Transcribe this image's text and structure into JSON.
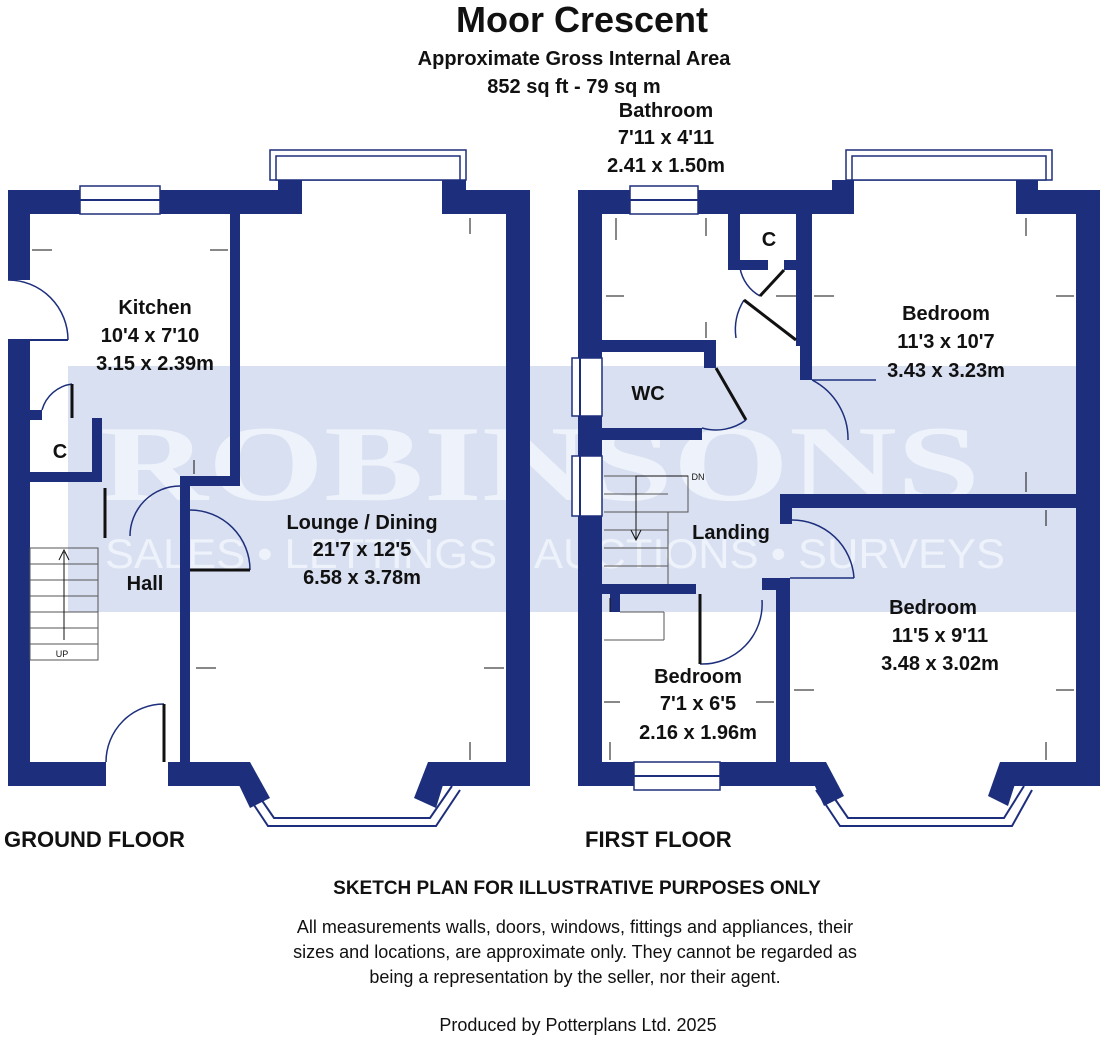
{
  "header": {
    "title": "Moor Crescent",
    "subtitle": "Approximate Gross Internal Area",
    "area": "852 sq ft - 79 sq m"
  },
  "watermark": {
    "brand": "ROBINSONS",
    "tagline": "SALES • LETTINGS • AUCTIONS • SURVEYS",
    "color": "#c7d2ea"
  },
  "colors": {
    "wall": "#1d2f7c"
  },
  "ground_floor": {
    "label": "GROUND FLOOR",
    "rooms": {
      "kitchen": {
        "name": "Kitchen",
        "imperial": "10'4 x 7'10",
        "metric": "3.15 x 2.39m"
      },
      "lounge": {
        "name": "Lounge / Dining",
        "imperial": "21'7 x 12'5",
        "metric": "6.58 x 3.78m"
      },
      "hall": {
        "name": "Hall"
      },
      "cupboard": {
        "name": "C"
      }
    },
    "stairs_label": "UP"
  },
  "first_floor": {
    "label": "FIRST FLOOR",
    "rooms": {
      "bathroom": {
        "name": "Bathroom",
        "imperial": "7'11 x 4'11",
        "metric": "2.41 x 1.50m"
      },
      "cupboard": {
        "name": "C"
      },
      "bedroom1": {
        "name": "Bedroom",
        "imperial": "11'3 x 10'7",
        "metric": "3.43 x 3.23m"
      },
      "wc": {
        "name": "WC"
      },
      "landing": {
        "name": "Landing"
      },
      "bedroom2": {
        "name": "Bedroom",
        "imperial": "11'5 x 9'11",
        "metric": "3.48 x 3.02m"
      },
      "bedroom3": {
        "name": "Bedroom",
        "imperial": "7'1 x 6'5",
        "metric": "2.16 x 1.96m"
      }
    },
    "stairs_label": "DN"
  },
  "footer": {
    "disclaimer_title": "SKETCH PLAN FOR ILLUSTRATIVE PURPOSES ONLY",
    "disclaimer_line1": "All measurements walls, doors, windows, fittings and appliances, their",
    "disclaimer_line2": "sizes and locations, are approximate only. They cannot be regarded as",
    "disclaimer_line3": "being a representation by the seller, nor their agent.",
    "credit": "Produced by Potterplans Ltd. 2025"
  }
}
